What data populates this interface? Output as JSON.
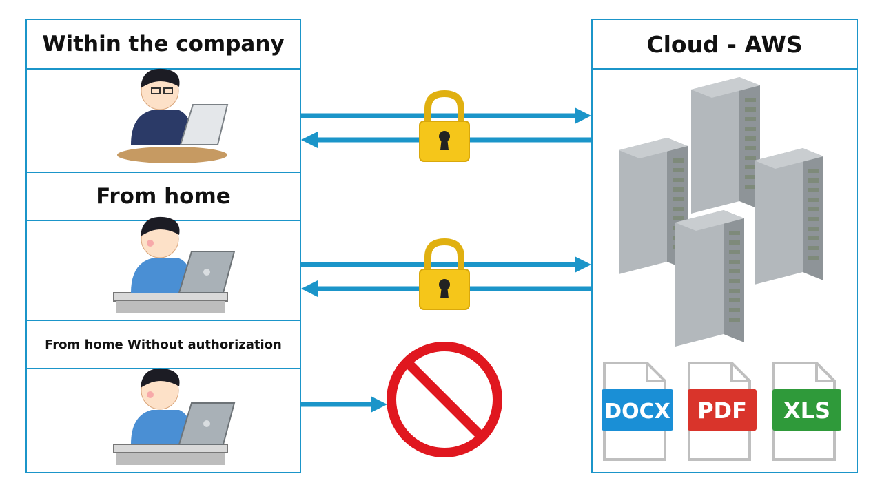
{
  "left_panel": {
    "header_company": "Within the company",
    "header_home": "From home",
    "header_unauthorized": "From home Without authorization"
  },
  "right_panel": {
    "title": "Cloud - AWS",
    "files": [
      {
        "label": "DOCX",
        "color": "#1a8fd6"
      },
      {
        "label": "PDF",
        "color": "#d9342b"
      },
      {
        "label": "XLS",
        "color": "#2f9a3a"
      }
    ]
  },
  "colors": {
    "border": "#1b95c9",
    "arrow": "#1b95c9",
    "lock": "#f5c61a",
    "prohibit": "#e0171f",
    "server": "#9aa0a4"
  },
  "icons": [
    "padlock-icon",
    "padlock-icon",
    "prohibited-icon",
    "server-icon"
  ]
}
